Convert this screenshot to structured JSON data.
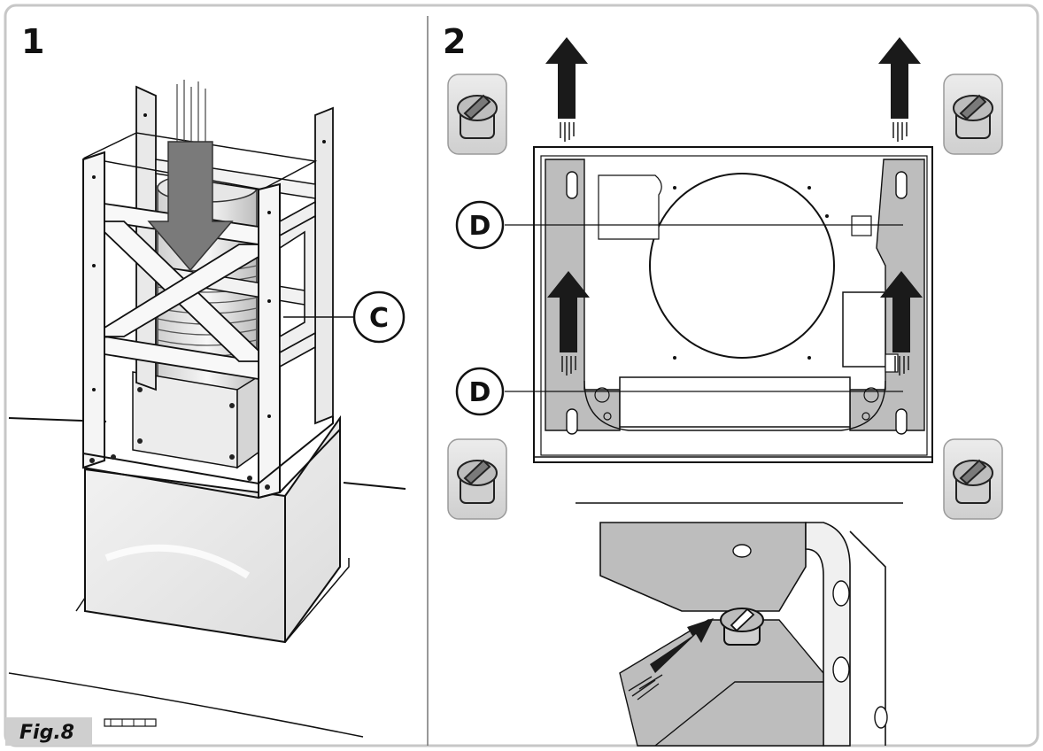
{
  "figure": {
    "label": "Fig.8"
  },
  "panels": [
    {
      "step": "1",
      "callouts": [
        {
          "letter": "C"
        }
      ]
    },
    {
      "step": "2",
      "callouts": [
        {
          "letter": "D"
        },
        {
          "letter": "D"
        }
      ]
    }
  ],
  "icons": [
    "arrow-down-icon",
    "arrow-up-icon",
    "screw-icon"
  ],
  "colors": {
    "frame": "#eeeeee",
    "panel_gray": "#bdbdbd",
    "arrow": "#1a1a1a",
    "arrow_gray": "#7a7a7a",
    "icon_bg": "#d9d9d9"
  }
}
